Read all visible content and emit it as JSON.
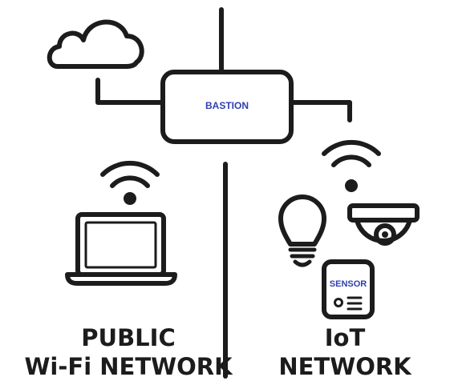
{
  "router": {
    "label": "BASTION"
  },
  "sensor": {
    "label": "SENSOR"
  },
  "public_network": {
    "line1": "PUBLIC",
    "line2": "Wi-Fi NETWORK"
  },
  "iot_network": {
    "line1": "IoT",
    "line2": "NETWORK"
  },
  "colors": {
    "stroke": "#1c1c1c",
    "device_text": "#2f3fb0",
    "background": "#ffffff"
  },
  "icons": [
    "cloud-icon",
    "router-icon",
    "wifi-icon",
    "laptop-icon",
    "lightbulb-icon",
    "security-camera-icon",
    "sensor-icon"
  ]
}
